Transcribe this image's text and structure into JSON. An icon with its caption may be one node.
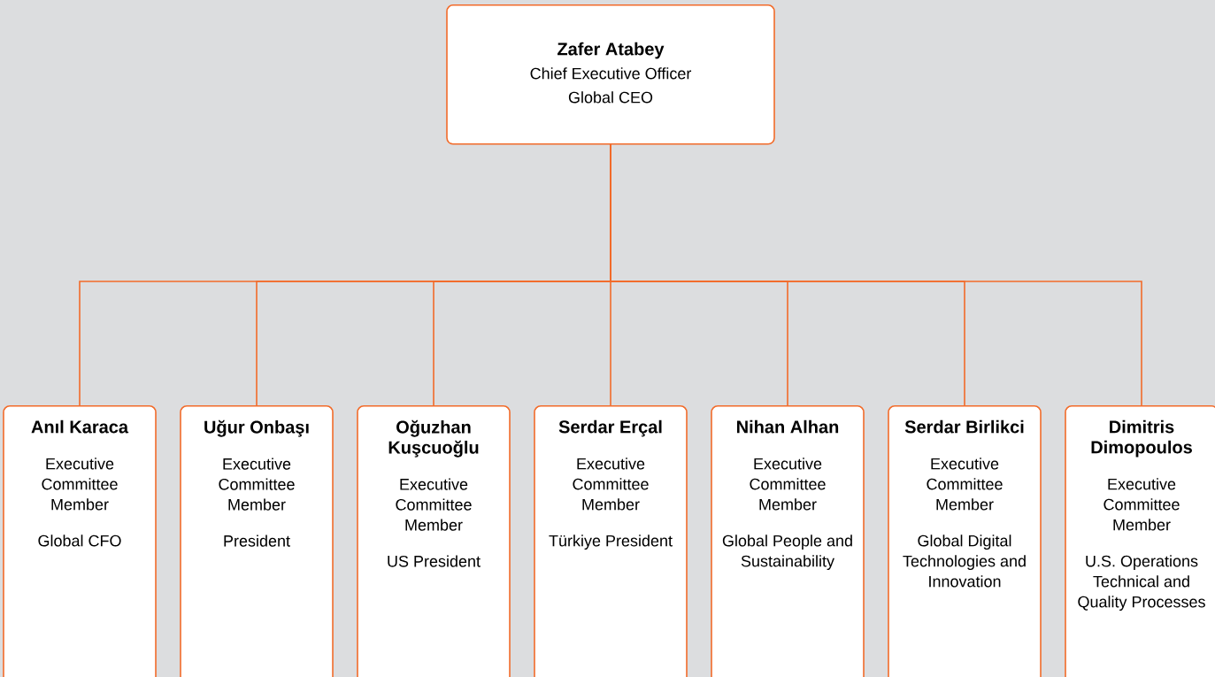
{
  "diagram": {
    "nodes": [
      {
        "text": [
          "Zafer Atabey",
          "Chief Executive Officer",
          "Global CEO"
        ]
      },
      {
        "text": [
          "Anıl Karaca",
          "Executive Committee Member",
          "Global CFO"
        ]
      },
      {
        "text": [
          "Uğur Onbaşı",
          "Executive Committee Member",
          "President"
        ]
      },
      {
        "text": [
          "Oğuzhan Kuşcuoğlu",
          "Executive Committee Member",
          "US President"
        ]
      },
      {
        "text": [
          "Serdar Erçal",
          "Executive Committee Member",
          "Türkiye President"
        ]
      },
      {
        "text": [
          "Nihan Alhan",
          "Executive Committee Member",
          "Global People and Sustainability"
        ]
      },
      {
        "text": [
          "Serdar Birlikci",
          "Executive Committee Member",
          "Global Digital Technologies and Innovation"
        ]
      },
      {
        "text": [
          "Dimitris Dimopoulos",
          "Executive Committee Member",
          "U.S. Operations Technical and Quality Processes"
        ]
      }
    ],
    "edges": [
      {
        "from": 0,
        "to": 1,
        "arrow": "none"
      },
      {
        "from": 0,
        "to": 2,
        "arrow": "none"
      },
      {
        "from": 0,
        "to": 3,
        "arrow": "none"
      },
      {
        "from": 0,
        "to": 4,
        "arrow": "none"
      },
      {
        "from": 0,
        "to": 5,
        "arrow": "none"
      },
      {
        "from": 0,
        "to": 6,
        "arrow": "none"
      },
      {
        "from": 0,
        "to": 7,
        "arrow": "none"
      }
    ]
  }
}
